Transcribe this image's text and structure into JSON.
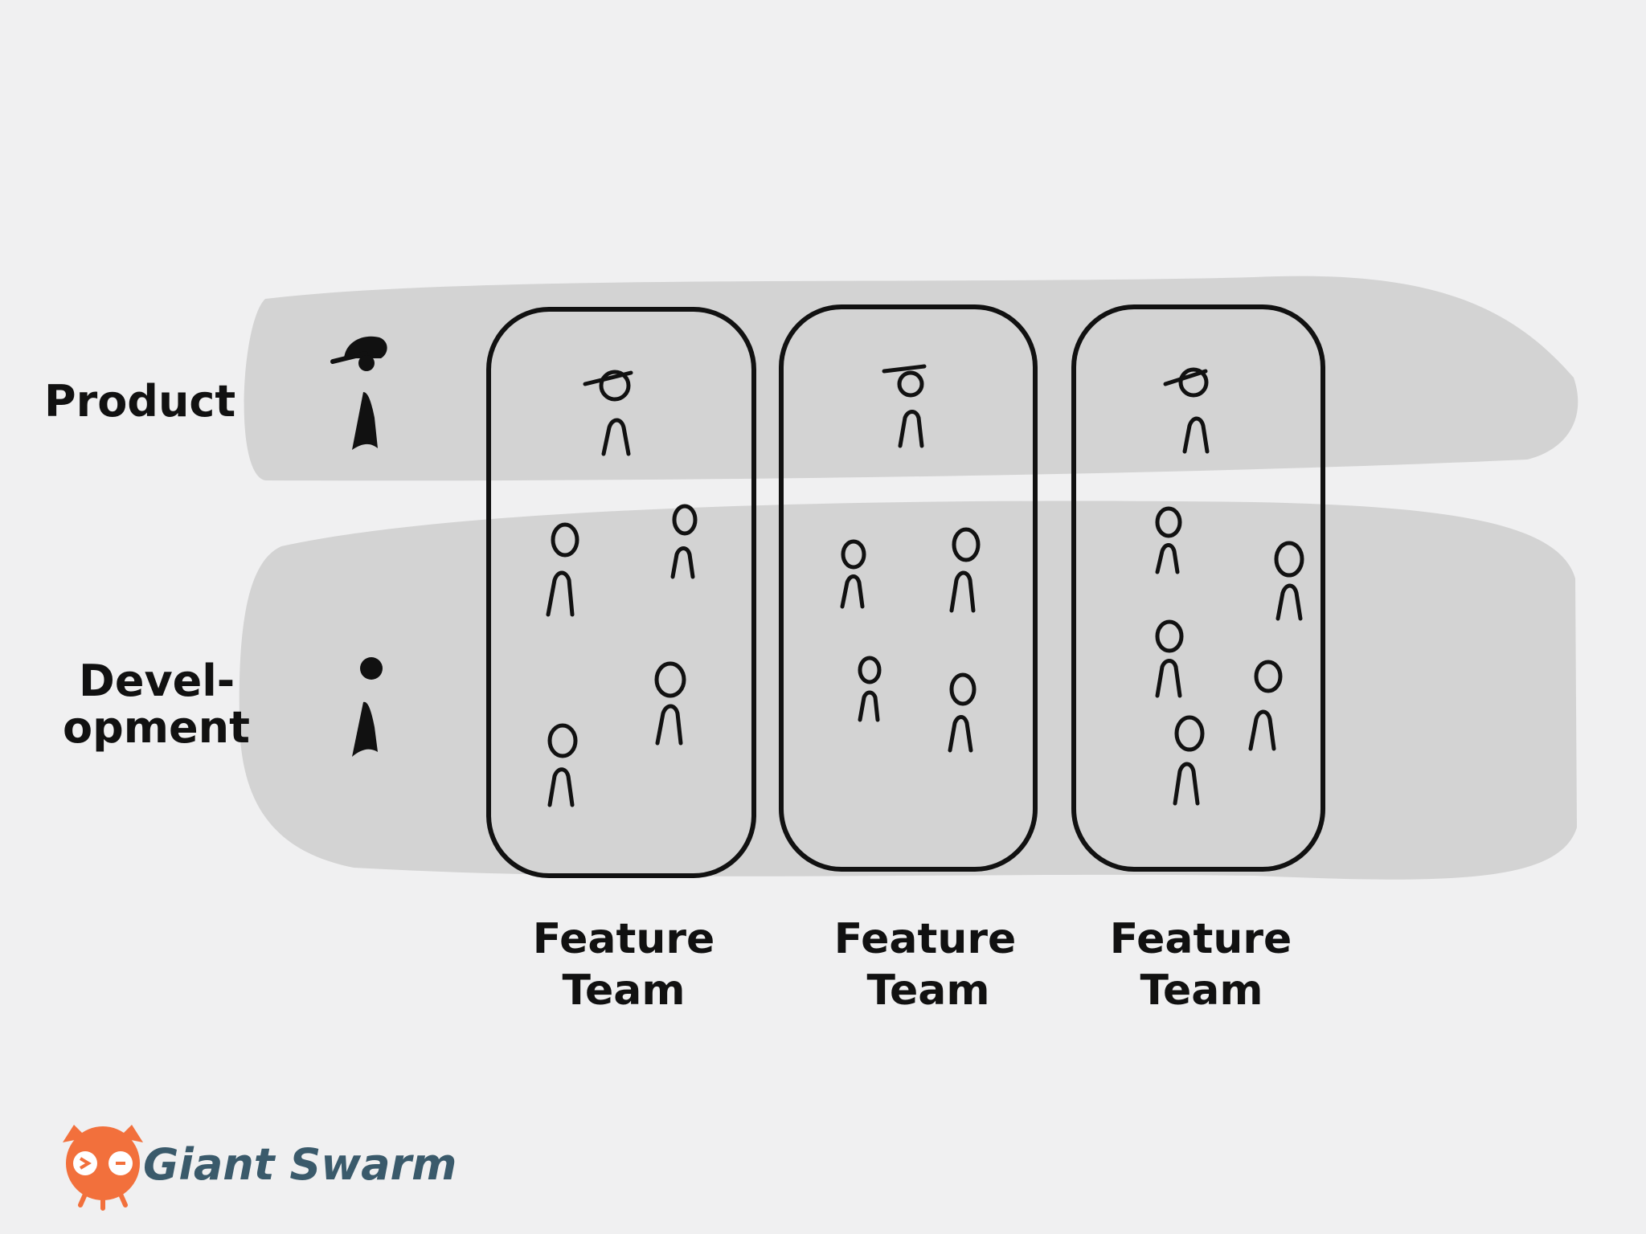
{
  "rows": {
    "product": "Product",
    "development_line1": "Devel-",
    "development_line2": "opment"
  },
  "teams": [
    {
      "line1": "Feature",
      "line2": "Team",
      "product_members": 1,
      "developers": 4
    },
    {
      "line1": "Feature",
      "line2": "Team",
      "product_members": 1,
      "developers": 4
    },
    {
      "line1": "Feature",
      "line2": "Team",
      "product_members": 1,
      "developers": 5
    }
  ],
  "brand": {
    "name": "Giant Swarm",
    "logo_icon": "ant-mascot-icon",
    "accent_color": "#f2703c",
    "text_color": "#3a5a6b"
  },
  "colors": {
    "background": "#f0f0f1",
    "band": "#d3d3d3",
    "ink": "#111111"
  }
}
